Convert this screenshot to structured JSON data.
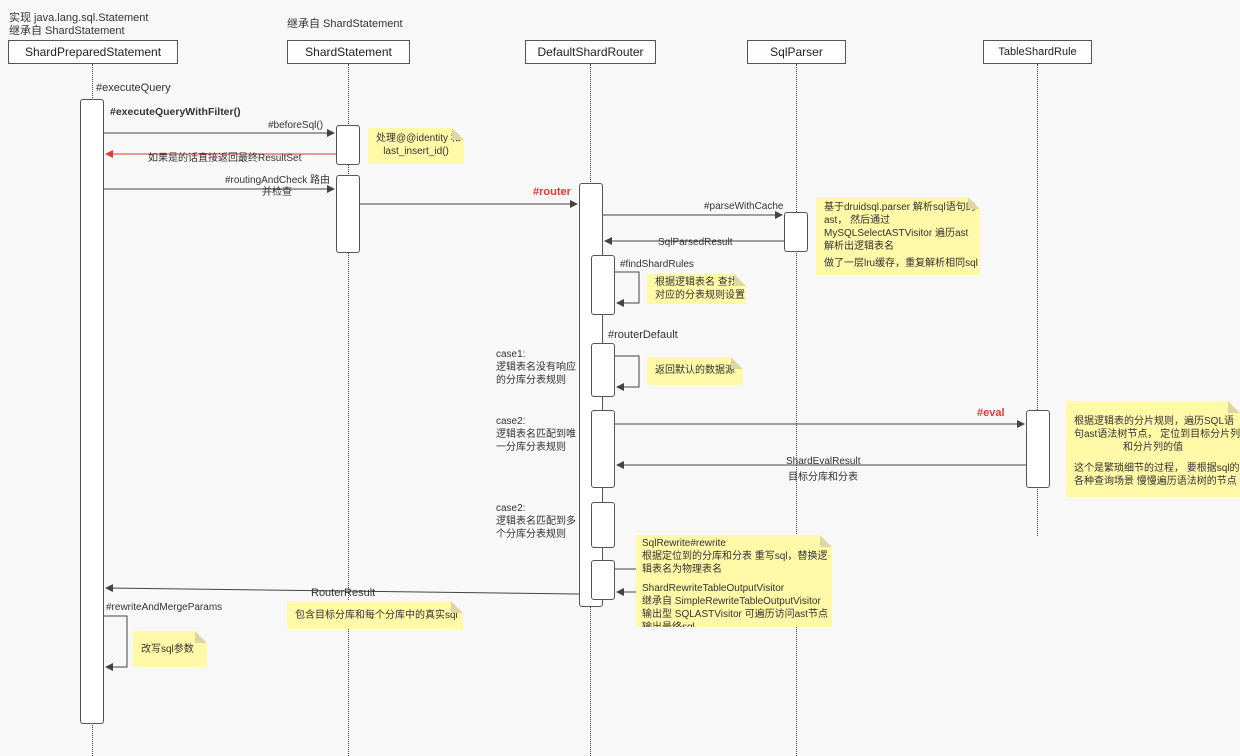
{
  "header": {
    "line1": "实现 java.lang.sql.Statement",
    "line2": "继承自 ShardStatement",
    "shard_statement_note": "继承自 ShardStatement"
  },
  "participants": [
    "ShardPreparedStatement",
    "ShardStatement",
    "DefaultShardRouter",
    "SqlParser",
    "TableShardRule"
  ],
  "messages": {
    "execute_query": "#executeQuery",
    "execute_query_with_filter": "#executeQueryWithFilter()",
    "before_sql": "#beforeSql()",
    "return_result_set": "如果是的话直接返回最终ResultSet",
    "routing_and_check_1": "#routingAndCheck 路由",
    "routing_and_check_2": "并检查",
    "router": "#router",
    "parse_with_cache": "#parseWithCache",
    "sql_parsed_result": "SqlParsedResult",
    "find_shard_rules": "#findShardRules",
    "router_default": "#routerDefault",
    "eval": "#eval",
    "shard_eval_result": "ShardEvalResult",
    "shard_eval_result_sub": "目标分库和分表",
    "router_result": "RouterResult",
    "rewrite_and_merge": "#rewriteAndMergeParams"
  },
  "notes": {
    "identity": [
      "处理@@identity 和",
      "last_insert_id()"
    ],
    "druid": [
      "基于druidsql.parser 解析sql语句的",
      "ast， 然后通过",
      "MySQLSelectASTVisitor 遍历ast",
      "解析出逻辑表名",
      "",
      "做了一层lru缓存，重复解析相同sql"
    ],
    "find_rules": [
      "根据逻辑表名 查找",
      "对应的分表规则设置"
    ],
    "default_ds": [
      "返回默认的数据源"
    ],
    "eval": [
      "根据逻辑表的分片规则，遍历SQL语",
      "句ast语法树节点， 定位到目标分片列",
      "和分片列的值",
      "",
      "这个是繁琐细节的过程， 要根据sql的",
      "各种查询场景 慢慢遍历语法树的节点"
    ],
    "rewrite": [
      "SqlRewrite#rewrite",
      "根据定位到的分库和分表 重写sql，替换逻",
      "辑表名为物理表名",
      "",
      "ShardRewriteTableOutputVisitor",
      "继承自 SimpleRewriteTableOutputVisitor",
      "输出型 SQLASTVisitor 可遍历访问ast节点",
      "输出最终sql"
    ],
    "router_result": [
      "包含目标分库和每个分库中的真实sql"
    ],
    "rewrite_params": [
      "改写sql参数"
    ]
  },
  "cases": {
    "case1": [
      "case1:",
      "逻辑表名没有响应",
      "的分库分表规则"
    ],
    "case2a": [
      "case2:",
      "逻辑表名匹配到唯",
      "一分库分表规则"
    ],
    "case2b": [
      "case2:",
      "逻辑表名匹配到多",
      "个分库分表规则"
    ]
  },
  "colors": {
    "note_bg": "#fff9a8",
    "red_accent": "#e53935",
    "line": "#444444"
  }
}
